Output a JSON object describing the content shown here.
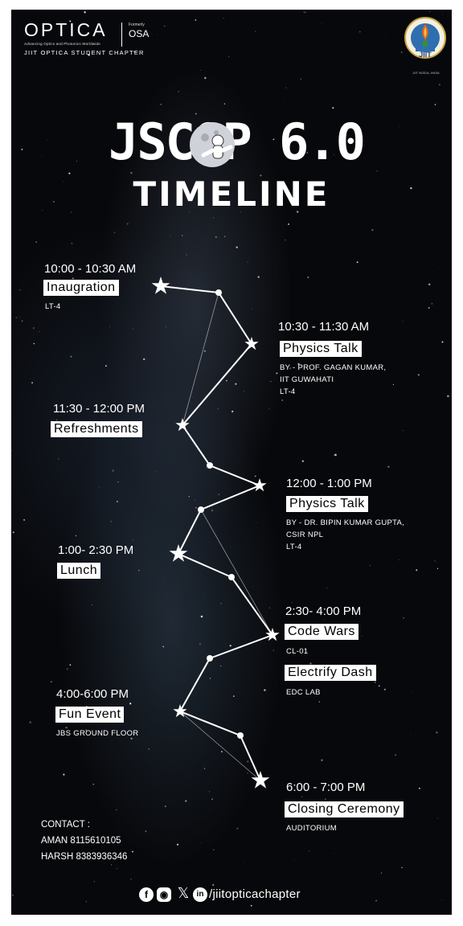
{
  "header": {
    "optica_word": "OPTICA",
    "optica_tagline": "Advancing Optics and Photonics Worldwide",
    "chapter": "JIIT OPTICA STUDENT CHAPTER",
    "formerly": "Formerly",
    "osa": "OSA",
    "jiit_tagline": "JIIT NOIDA, INDIA"
  },
  "title": {
    "event": "JSCOP 6.0",
    "subtitle": "TIMELINE"
  },
  "events": [
    {
      "time": "10:00 - 10:30 AM",
      "label": "Inaugration",
      "details": [
        "LT-4"
      ]
    },
    {
      "time": "10:30 - 11:30 AM",
      "label": "Physics Talk",
      "details": [
        "BY - PROF. GAGAN KUMAR,",
        "IIT GUWAHATI",
        "LT-4"
      ]
    },
    {
      "time": "11:30 - 12:00 PM",
      "label": "Refreshments",
      "details": []
    },
    {
      "time": "12:00 - 1:00 PM",
      "label": "Physics Talk",
      "details": [
        "BY - DR. BIPIN KUMAR GUPTA,",
        "CSIR NPL",
        "LT-4"
      ]
    },
    {
      "time": "1:00- 2:30 PM",
      "label": "Lunch",
      "details": []
    },
    {
      "time": "2:30- 4:00 PM",
      "label": "Code Wars",
      "details": [
        "CL-01"
      ]
    },
    {
      "time": "",
      "label": "Electrify Dash",
      "details": [
        "EDC LAB"
      ]
    },
    {
      "time": "4:00-6:00 PM",
      "label": "Fun Event",
      "details": [
        "JBS GROUND FLOOR"
      ]
    },
    {
      "time": "6:00 - 7:00 PM",
      "label": "Closing Ceremony",
      "details": [
        "AUDITORIUM"
      ]
    }
  ],
  "contact": {
    "heading": "CONTACT :",
    "people": [
      "AMAN 8115610105",
      "HARSH 8383936346"
    ]
  },
  "footer": {
    "icons": [
      "facebook-icon",
      "instagram-icon",
      "x-icon",
      "linkedin-icon"
    ],
    "handle": "/jiitopticachapter"
  }
}
